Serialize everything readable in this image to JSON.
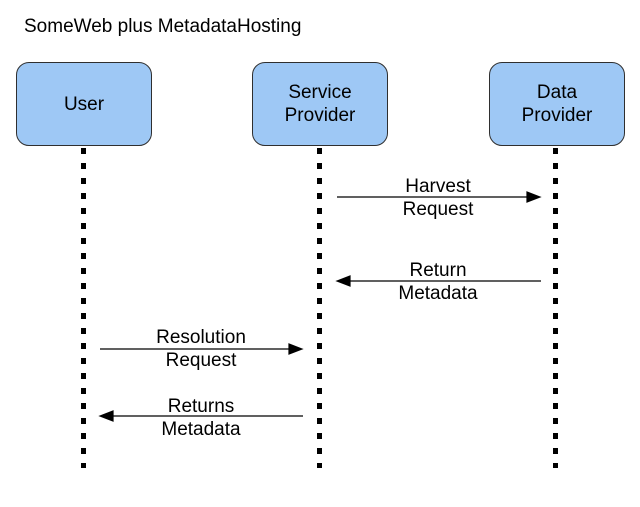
{
  "title": "SomeWeb plus MetadataHosting",
  "actors": {
    "user": {
      "line1": "User"
    },
    "service_provider": {
      "line1": "Service",
      "line2": "Provider"
    },
    "data_provider": {
      "line1": "Data",
      "line2": "Provider"
    }
  },
  "messages": {
    "harvest_request": {
      "line1": "Harvest",
      "line2": "Request",
      "from": "Service Provider",
      "to": "Data Provider"
    },
    "return_metadata": {
      "line1": "Return",
      "line2": "Metadata",
      "from": "Data Provider",
      "to": "Service Provider"
    },
    "resolution_request": {
      "line1": "Resolution",
      "line2": "Request",
      "from": "User",
      "to": "Service Provider"
    },
    "returns_metadata": {
      "line1": "Returns",
      "line2": "Metadata",
      "from": "Service Provider",
      "to": "User"
    }
  },
  "colors": {
    "actor_fill": "#9ec8f5",
    "actor_border": "#2f2f2f",
    "line": "#000000"
  }
}
